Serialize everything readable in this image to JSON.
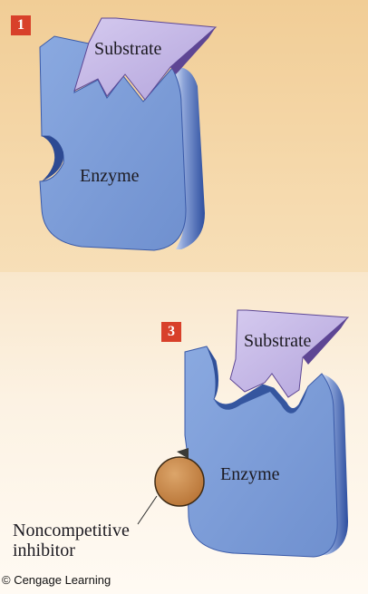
{
  "panels": [
    {
      "step": "1",
      "substrate_label": "Substrate",
      "enzyme_label": "Enzyme"
    },
    {
      "step": "3",
      "substrate_label": "Substrate",
      "enzyme_label": "Enzyme",
      "inhibitor_label_line1": "Noncompetitive",
      "inhibitor_label_line2": "inhibitor"
    }
  ],
  "credit": "© Cengage Learning",
  "colors": {
    "enzyme_face": "#7e9fd9",
    "enzyme_side": "#3153a3",
    "substrate_face": "#c5b7e4",
    "substrate_side": "#7a5cad",
    "inhibitor": "#cc8c4c",
    "step_badge": "#d8402a"
  }
}
